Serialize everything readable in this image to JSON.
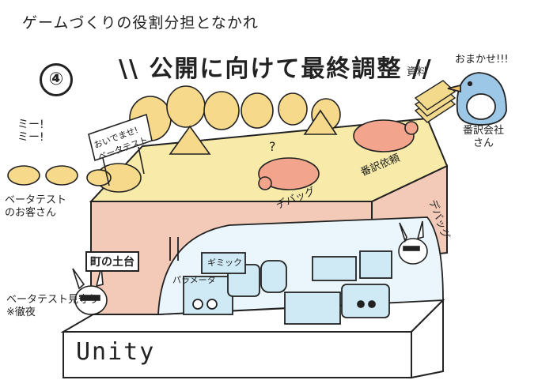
{
  "title": "ゲームづくりの役割分担となかれ",
  "step_number": "④",
  "headline": "\\\\ 公開に向けて最終調整 //",
  "labels": {
    "materials": "資料",
    "translation_company": "番訳会社\nさん",
    "omakase": "おまかせ!!!",
    "translation_request": "番訳依頼",
    "debug_top": "デバッグ",
    "debug_right": "デバッグ",
    "beta_sign": "おいでませ!\nベータテスト",
    "mii": "ミー!\nミー!",
    "beta_guests": "ベータテスト\nのお客さん",
    "town_base": "町の土台",
    "beta_watch": "ベータテスト見守り\n※徹夜",
    "parameter": "パラメータ",
    "gimmick": "ギミック",
    "question": "?",
    "unity": "Unity"
  },
  "colors": {
    "trees": "#f6d98a",
    "ground": "#f8eaa8",
    "cliff": "#f3c9b8",
    "machines": "#cfeaf5",
    "pig": "#f2a58c",
    "bird": "#9cc7e6",
    "outline": "#222222"
  },
  "icons": [
    "bird-mascot",
    "pig-character",
    "rabbit-character",
    "paper-stack",
    "lamp-icon"
  ]
}
